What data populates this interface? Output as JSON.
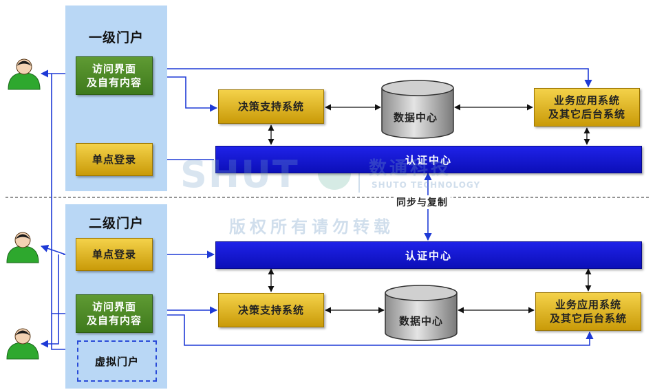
{
  "portal_level1": {
    "title": "一级门户",
    "access_box": [
      "访问界面",
      "及自有内容"
    ],
    "sso_box": "单点登录"
  },
  "portal_level2": {
    "title": "二级门户",
    "sso_box": "单点登录",
    "access_box": [
      "访问界面",
      "及自有内容"
    ],
    "virtual_box": "虚拟门户"
  },
  "level1": {
    "decision_support": "决策支持系统",
    "data_center": "数据中心",
    "business_apps": [
      "业务应用系统",
      "及其它后台系统"
    ],
    "auth_center": "认证中心"
  },
  "level2": {
    "auth_center": "认证中心",
    "decision_support": "决策支持系统",
    "data_center": "数据中心",
    "business_apps": [
      "业务应用系统",
      "及其它后台系统"
    ]
  },
  "sync_label": "同步与复制",
  "watermark": {
    "logo": "SHUT",
    "cn": "数通科技",
    "en": "SHUTO TECHNOLOGY",
    "notice": "版权所有请勿转载"
  },
  "colors": {
    "panel": "#b9d7f5",
    "green_box": "#4a8a25",
    "gold_box": "#e2b71e",
    "auth_bar": "#1518d8",
    "arrow": "#1e3ad6",
    "user_body": "#2ea82e"
  }
}
